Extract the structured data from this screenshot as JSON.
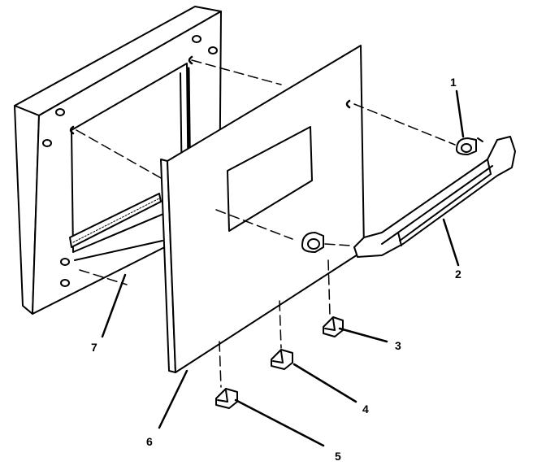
{
  "colors": {
    "ink": "#000000",
    "paper": "#ffffff"
  },
  "callouts": [
    {
      "id": "c1",
      "text": "1"
    },
    {
      "id": "c2",
      "text": "2"
    },
    {
      "id": "c3",
      "text": "3"
    },
    {
      "id": "c4",
      "text": "4"
    },
    {
      "id": "c5",
      "text": "5"
    },
    {
      "id": "c6",
      "text": "6"
    },
    {
      "id": "c7",
      "text": "7"
    }
  ]
}
